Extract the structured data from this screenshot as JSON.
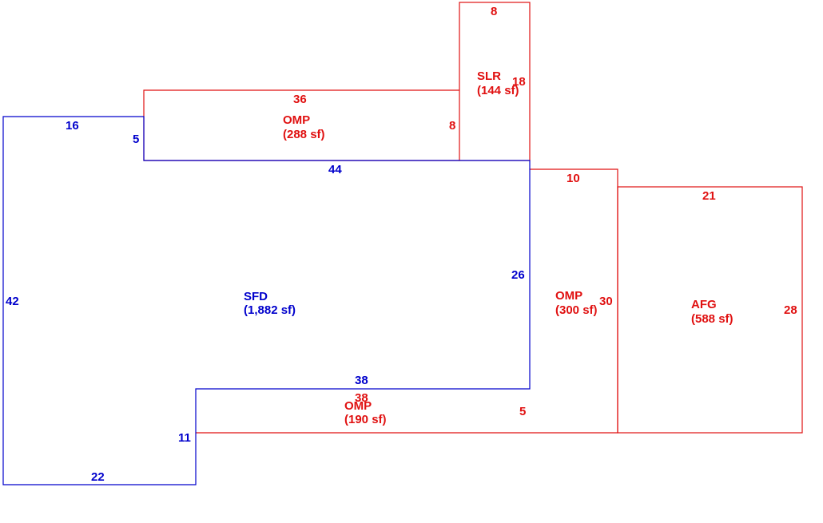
{
  "colors": {
    "living_area": "#0000cc",
    "other_area": "#e01010",
    "background": "#ffffff"
  },
  "sfd": {
    "name": "SFD",
    "area": "(1,882 sf)",
    "dims": {
      "top": "16",
      "upper_step": "5",
      "mid_top": "44",
      "right": "26",
      "lower_top": "38",
      "lower_step": "11",
      "bottom": "22",
      "left": "42"
    }
  },
  "omp_top": {
    "name": "OMP",
    "area": "(288 sf)",
    "dims": {
      "top": "36",
      "right": "8"
    }
  },
  "slr": {
    "name": "SLR",
    "area": "(144 sf)",
    "dims": {
      "top": "8",
      "right": "18"
    }
  },
  "omp_right": {
    "name": "OMP",
    "area": "(300 sf)",
    "dims": {
      "top": "10",
      "right": "30"
    }
  },
  "afg": {
    "name": "AFG",
    "area": "(588 sf)",
    "dims": {
      "top": "21",
      "right": "28"
    }
  },
  "omp_bottom": {
    "name": "OMP",
    "area": "(190 sf)",
    "dims": {
      "top": "38",
      "right": "5"
    }
  }
}
